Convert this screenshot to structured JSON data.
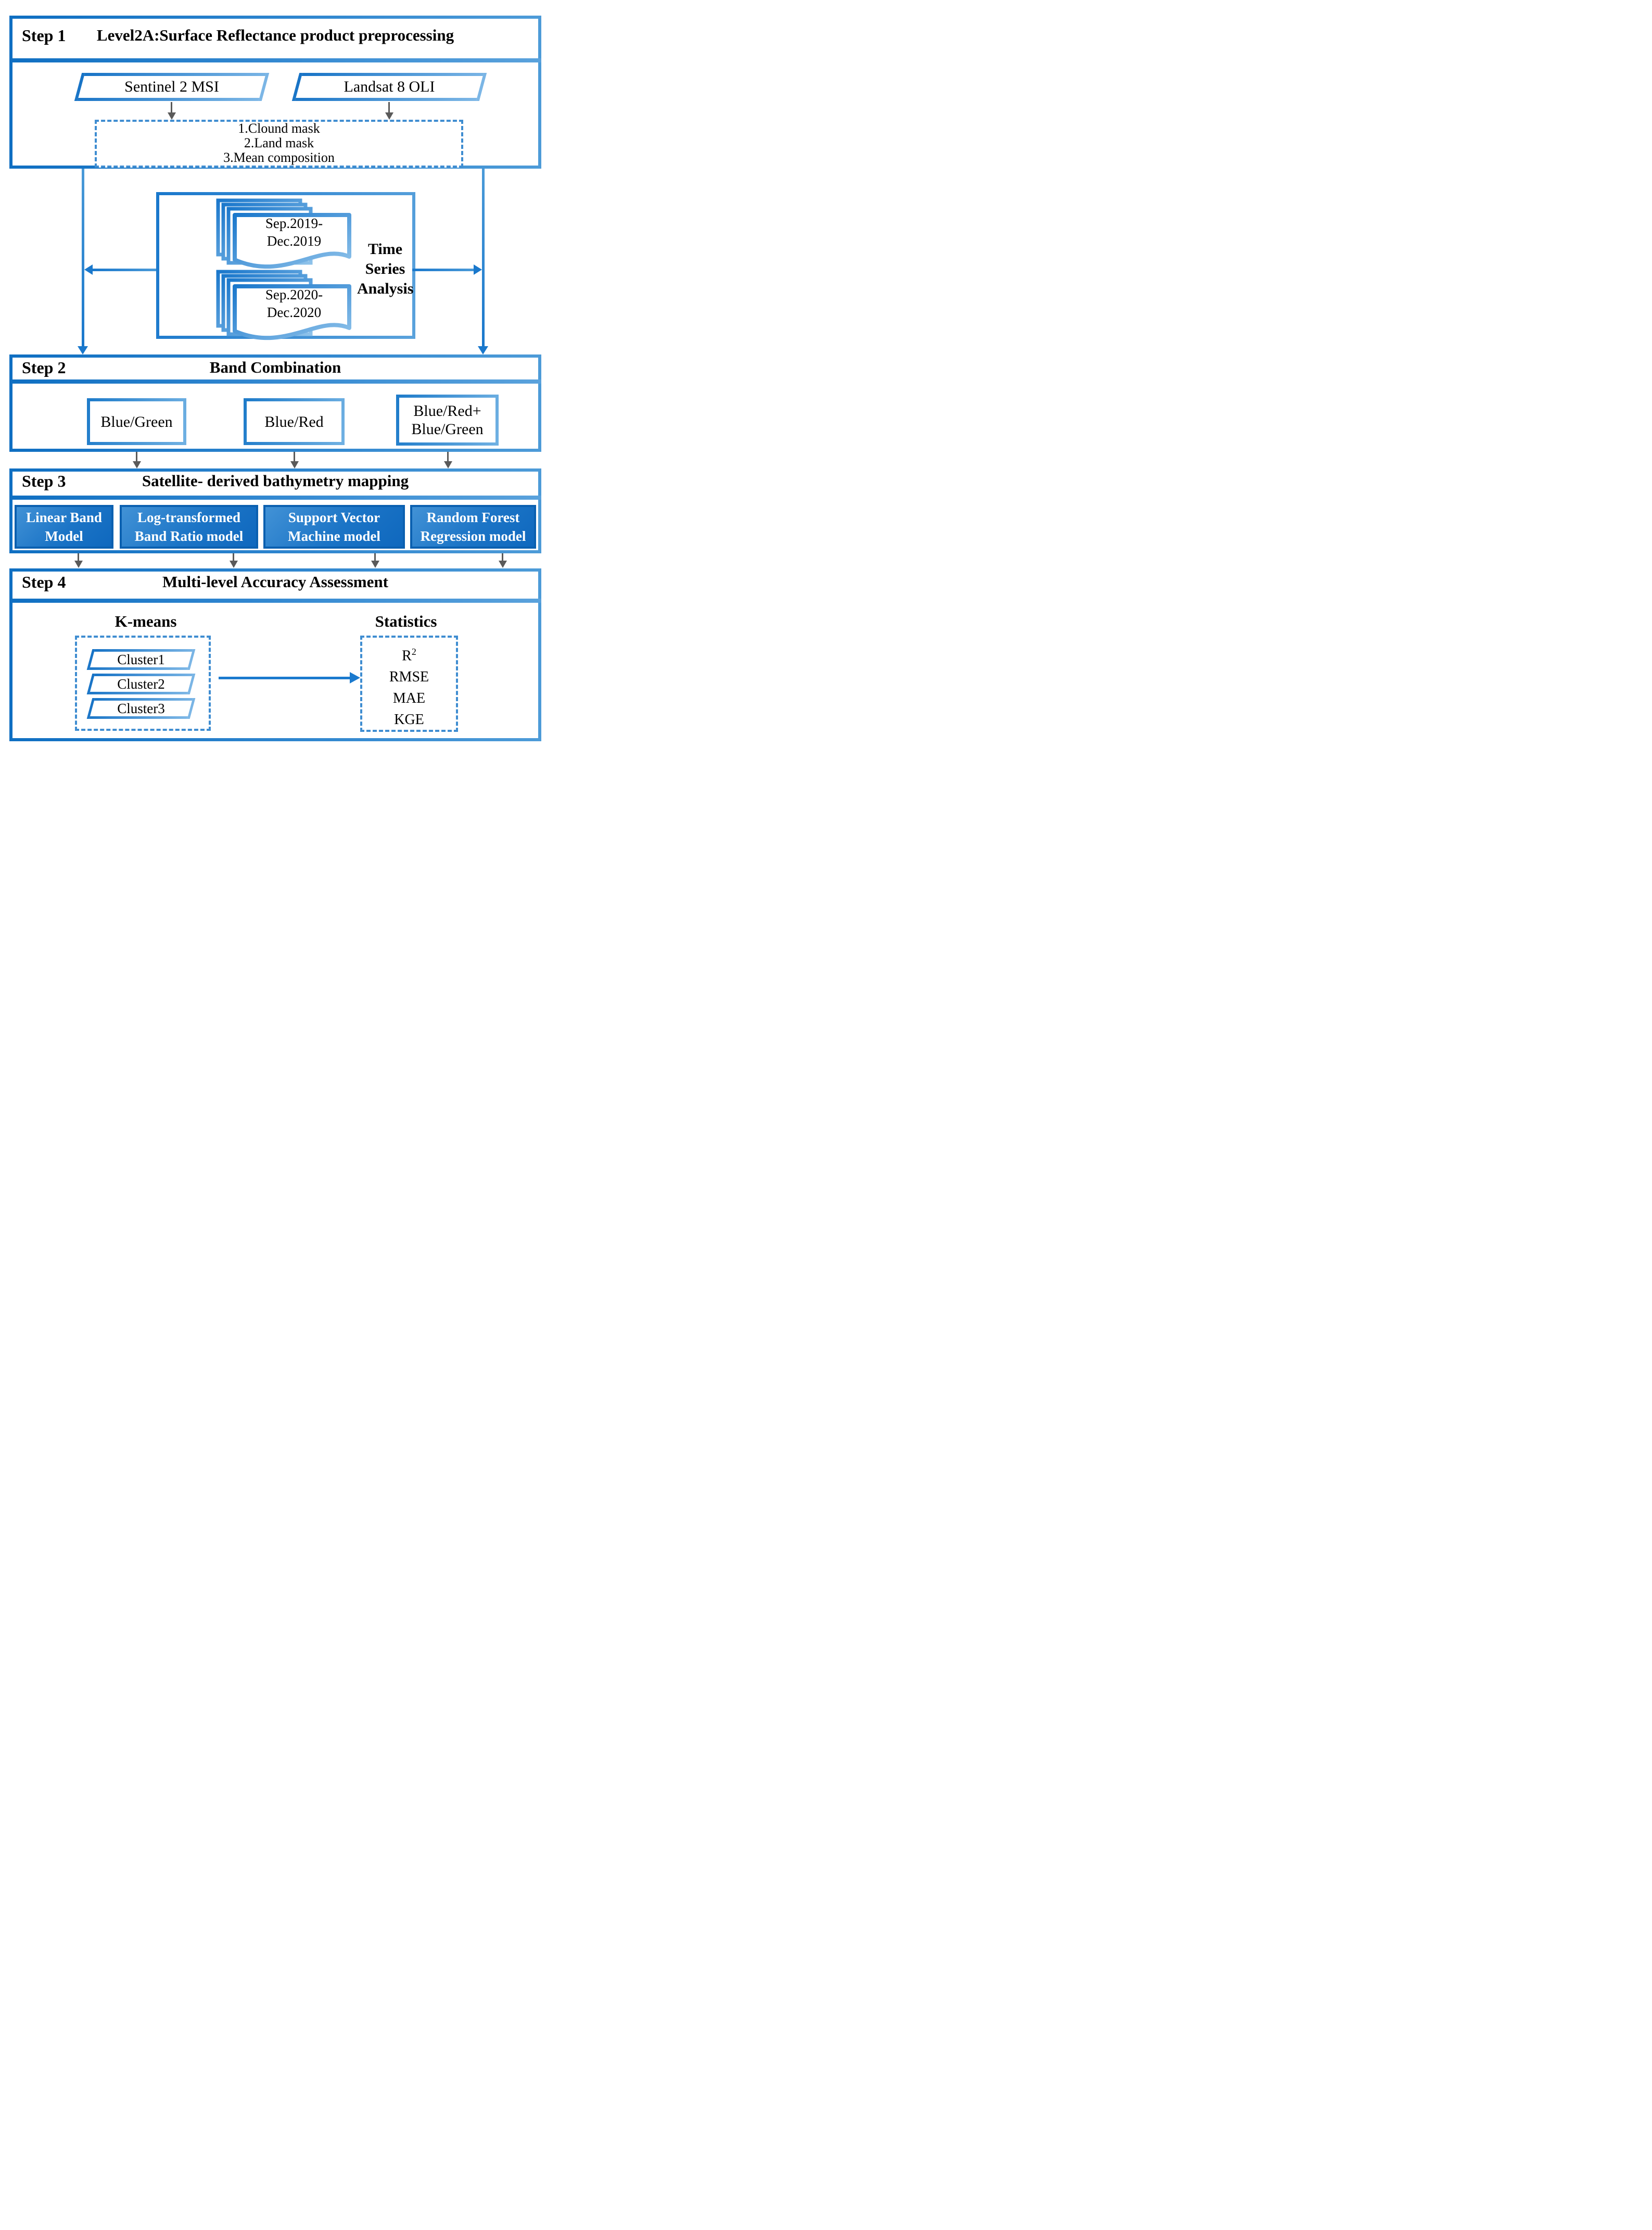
{
  "step1": {
    "label": "Step 1",
    "title": "Level2A:Surface Reflectance product preprocessing",
    "sources": [
      {
        "label": "Sentinel 2 MSI"
      },
      {
        "label": "Landsat 8 OLI"
      }
    ],
    "preprocessing_steps": [
      "1.Clound mask",
      "2.Land mask",
      "3.Mean composition"
    ]
  },
  "time_series": {
    "title_line1": "Time",
    "title_line2": "Series",
    "title_line3": "Analysis",
    "stacks": [
      {
        "line1": "Sep.2019-",
        "line2": "Dec.2019"
      },
      {
        "line1": "Sep.2020-",
        "line2": "Dec.2020"
      }
    ]
  },
  "step2": {
    "label": "Step 2",
    "title": "Band Combination",
    "bands": [
      {
        "line1": "Blue/Green",
        "line2": ""
      },
      {
        "line1": "Blue/Red",
        "line2": ""
      },
      {
        "line1": "Blue/Red+",
        "line2": "Blue/Green"
      }
    ]
  },
  "step3": {
    "label": "Step 3",
    "title": "Satellite- derived bathymetry mapping",
    "models": [
      {
        "line1": "Linear Band",
        "line2": "Model"
      },
      {
        "line1": "Log-transformed",
        "line2": "Band Ratio model"
      },
      {
        "line1": "Support Vector",
        "line2": "Machine model"
      },
      {
        "line1": "Random Forest",
        "line2": "Regression model"
      }
    ]
  },
  "step4": {
    "label": "Step 4",
    "title": "Multi-level Accuracy Assessment",
    "kmeans_label": "K-means",
    "statistics_label": "Statistics",
    "clusters": [
      "Cluster1",
      "Cluster2",
      "Cluster3"
    ],
    "metrics": {
      "r": {
        "base": "R",
        "sup": "2"
      },
      "others": [
        "RMSE",
        "MAE",
        "KGE"
      ]
    }
  },
  "colors": {
    "accent": "#1377c8",
    "accent_light": "#6fb0e2",
    "dash": "#3f8dd1",
    "model_fill_dark": "#0f68be",
    "model_fill_light": "#4292d6",
    "arrow_gray": "#5a5a5a"
  }
}
